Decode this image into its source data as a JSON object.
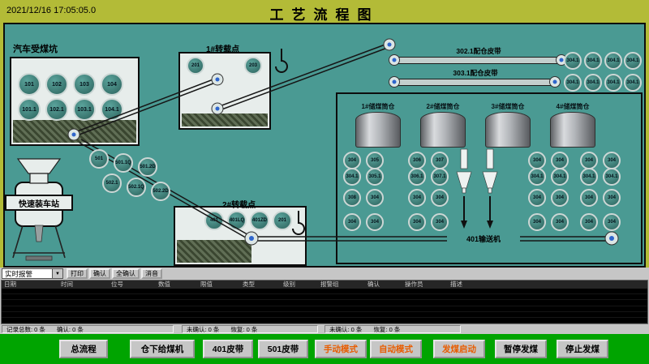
{
  "header": {
    "timestamp": "2021/12/16 17:05:05.0",
    "title": "工艺流程图"
  },
  "icons": {
    "dropdown_arrow": "▼"
  },
  "colors": {
    "frame": "#b3bb37",
    "diagram_bg": "#4a9a93",
    "footer_bg": "#00a400",
    "accent_text": "#e85c00",
    "table_bg": "#000000"
  },
  "diagram": {
    "truck_pit": {
      "label": "汽车受煤坑",
      "row1": [
        "101",
        "102",
        "103",
        "104"
      ],
      "row2": [
        "101.1",
        "102.1",
        "103.1",
        "104.1"
      ]
    },
    "transfer1": {
      "label": "1#转载点",
      "devices": [
        "201",
        "203"
      ]
    },
    "transfer2": {
      "label": "2#转载点",
      "devices": [
        "401",
        "401LQ",
        "401ZD",
        "201"
      ]
    },
    "belts": {
      "belt302": "302.1配仓皮带",
      "belt303": "303.1配仓皮带",
      "belt401": "401输送机"
    },
    "belt_gates": {
      "row1": [
        "304.1",
        "304.1",
        "304.1",
        "304.1"
      ],
      "row2": [
        "304.1",
        "304.1",
        "304.1",
        "304.1"
      ]
    },
    "silos": [
      "1#储煤筒仓",
      "2#储煤筒仓",
      "3#储煤筒仓",
      "4#储煤筒仓"
    ],
    "valves": {
      "row1": [
        "304",
        "305",
        "306",
        "307",
        "304",
        "304",
        "304",
        "304"
      ],
      "row2": [
        "304.1",
        "305.1",
        "306.1",
        "307.1",
        "304.1",
        "304.1",
        "304.1",
        "304.1"
      ],
      "row3": [
        "308",
        "304",
        "304",
        "304",
        "304",
        "304",
        "304",
        "304"
      ],
      "row4": [
        "304",
        "304",
        "304",
        "304",
        "304",
        "304",
        "304",
        "304"
      ]
    },
    "station": {
      "label": "快速装车站",
      "row1": [
        "501",
        "501.1Q",
        "501.2D"
      ],
      "row2": [
        "502.1",
        "502.1Q",
        "502.2D"
      ]
    }
  },
  "alarm": {
    "mode": "实时报警",
    "buttons": [
      "打印",
      "确认",
      "全确认",
      "消音"
    ],
    "headers": [
      "日期",
      "时间",
      "位号",
      "数值",
      "限值",
      "类型",
      "级别",
      "报警组",
      "确认",
      "操作员",
      "描述"
    ],
    "status": [
      "记录总数: 0 条",
      "确认: 0 条",
      "未确认: 0 条",
      "恢复: 0 条",
      "未确认: 0 条",
      "恢复: 0 条"
    ]
  },
  "footer": {
    "buttons": [
      "总流程",
      "仓下给煤机",
      "401皮带",
      "501皮带",
      "手动模式",
      "自动模式",
      "发煤启动",
      "暂停发煤",
      "停止发煤"
    ]
  }
}
